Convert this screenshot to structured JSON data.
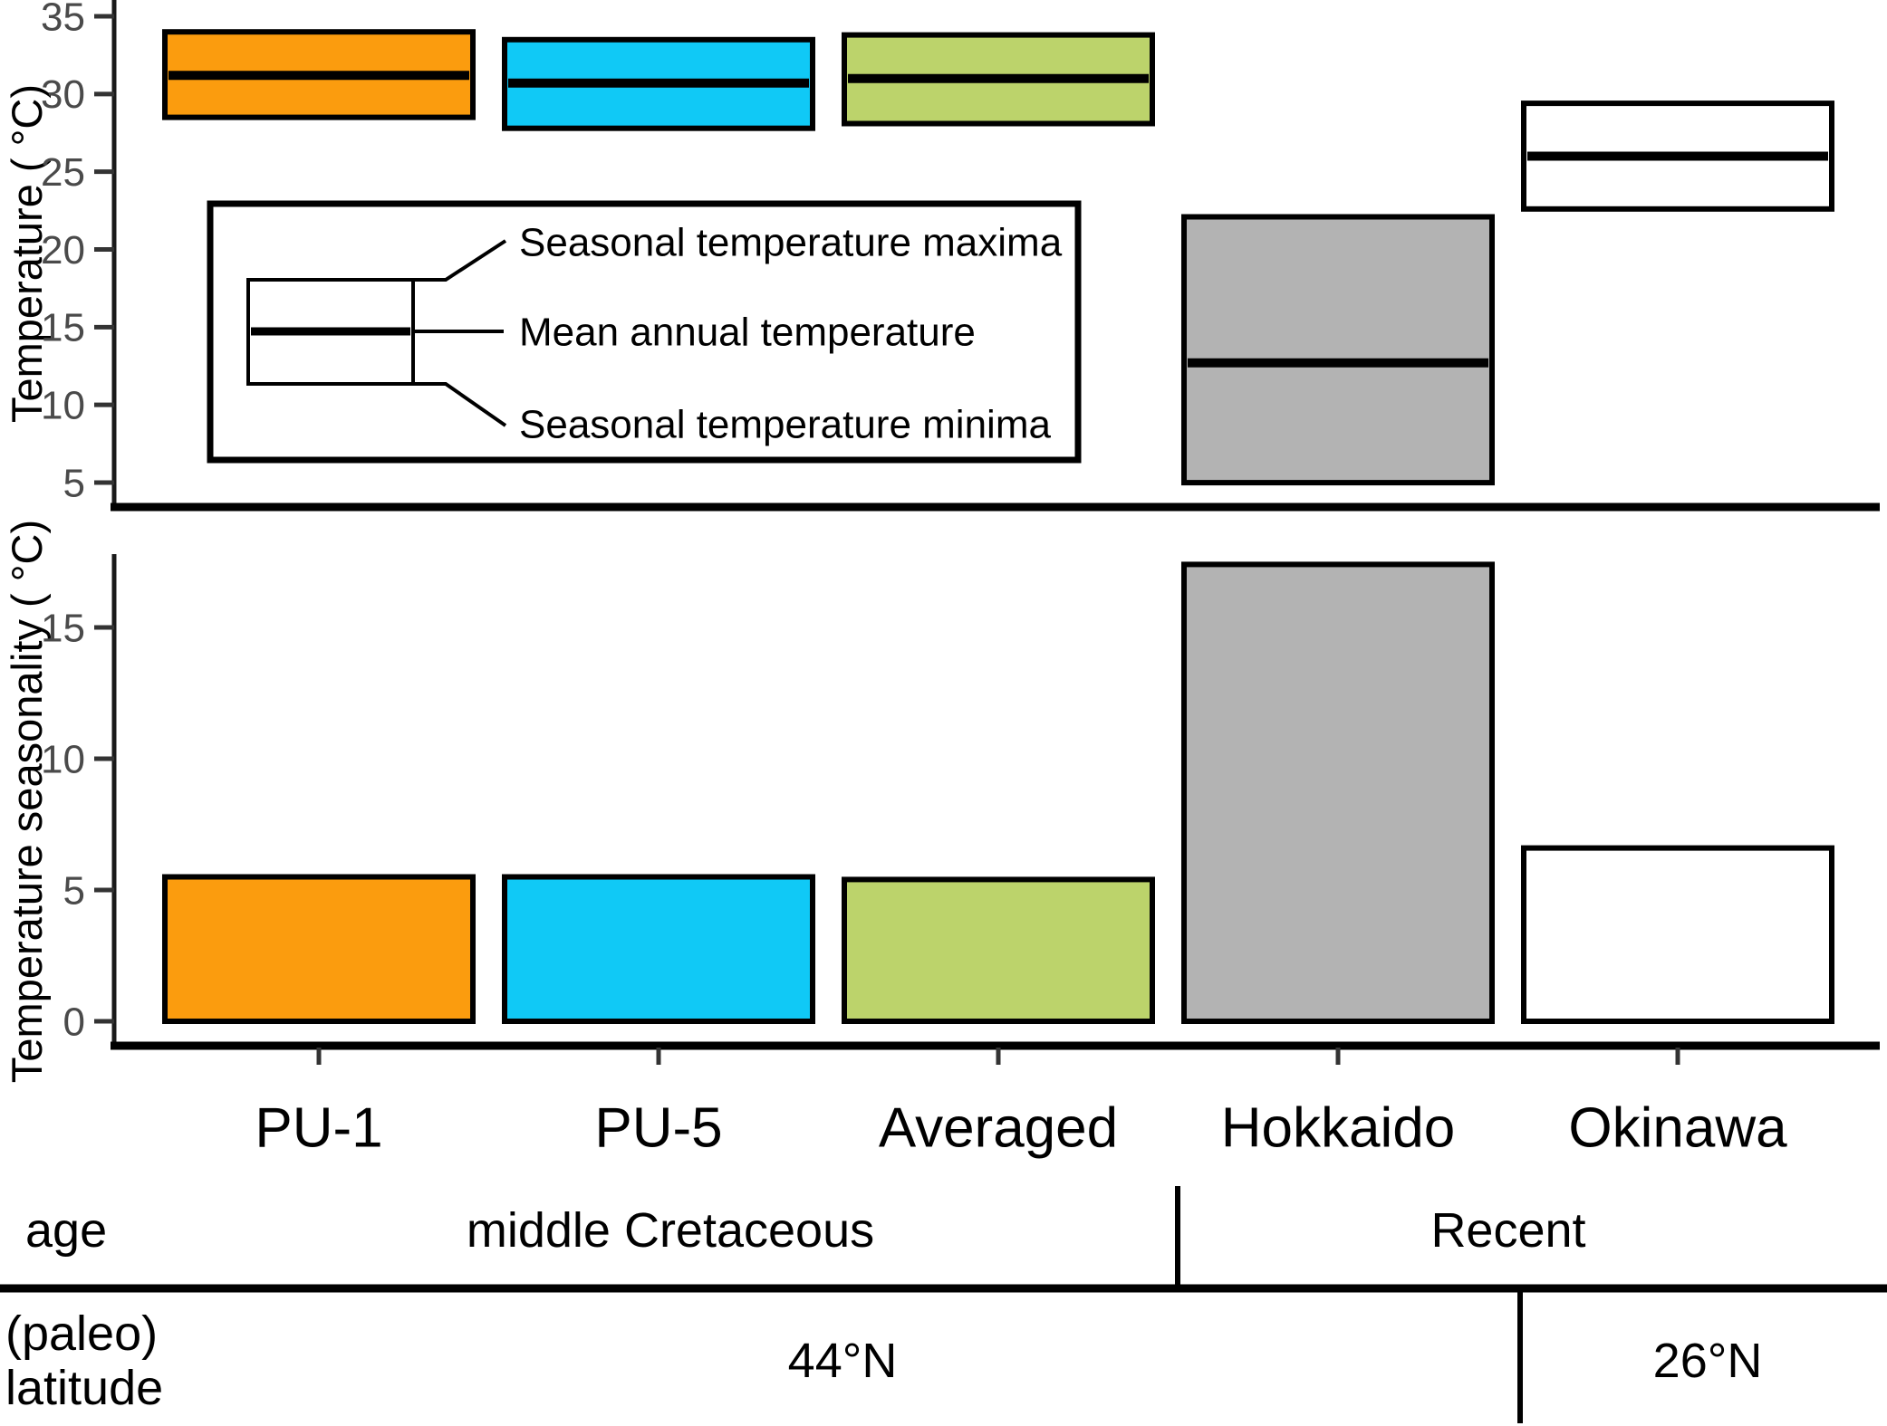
{
  "colors": {
    "pu1_orange": "#FB9C0E",
    "pu5_cyan": "#10C9F6",
    "averaged_green": "#BCD36B",
    "hokkaido_grey": "#B3B3B3",
    "okinawa_white": "#FFFFFF",
    "outline_black": "#000000",
    "tick_label_grey": "#4A4A4A"
  },
  "categories": [
    "PU-1",
    "PU-5",
    "Averaged",
    "Hokkaido",
    "Okinawa"
  ],
  "chart_data": [
    {
      "type": "bar",
      "subtype": "floating-range-bars-with-mean-line",
      "title": "",
      "xlabel": "",
      "ylabel": "Temperature ( °C)",
      "categories": [
        "PU-1",
        "PU-5",
        "Averaged",
        "Hokkaido",
        "Okinawa"
      ],
      "series": [
        {
          "name": "Seasonal temperature maxima",
          "values": [
            34.0,
            33.5,
            33.8,
            22.1,
            29.4
          ]
        },
        {
          "name": "Mean annual temperature",
          "values": [
            31.2,
            30.7,
            31.0,
            12.7,
            26.0
          ]
        },
        {
          "name": "Seasonal temperature minima",
          "values": [
            28.5,
            27.8,
            28.1,
            5.0,
            22.6
          ]
        }
      ],
      "bar_fill_colors": [
        "#FB9C0E",
        "#10C9F6",
        "#BCD36B",
        "#B3B3B3",
        "#FFFFFF"
      ],
      "yticks": [
        5,
        10,
        15,
        20,
        25,
        30,
        35
      ],
      "ylim": [
        3.4,
        36.0
      ],
      "grid": false,
      "legend_position": "inside-upper-left"
    },
    {
      "type": "bar",
      "subtype": "simple-bars-from-zero",
      "title": "",
      "xlabel": "",
      "ylabel": "Temperature seasonality ( °C)",
      "categories": [
        "PU-1",
        "PU-5",
        "Averaged",
        "Hokkaido",
        "Okinawa"
      ],
      "values": [
        5.5,
        5.5,
        5.4,
        17.4,
        6.6
      ],
      "bar_fill_colors": [
        "#FB9C0E",
        "#10C9F6",
        "#BCD36B",
        "#B3B3B3",
        "#FFFFFF"
      ],
      "yticks": [
        0,
        5,
        10,
        15
      ],
      "ylim": [
        0,
        17.8
      ],
      "grid": false
    }
  ],
  "legend": {
    "item_max": "Seasonal temperature maxima",
    "item_mean": "Mean annual temperature",
    "item_min": "Seasonal temperature minima"
  },
  "footer": {
    "row_age": {
      "header": "age",
      "col_cretaceous": "middle Cretaceous",
      "col_recent": "Recent"
    },
    "row_latitude": {
      "header_line1": "(paleo)",
      "header_line2": "latitude",
      "col_44": "44°N",
      "col_26": "26°N"
    }
  }
}
